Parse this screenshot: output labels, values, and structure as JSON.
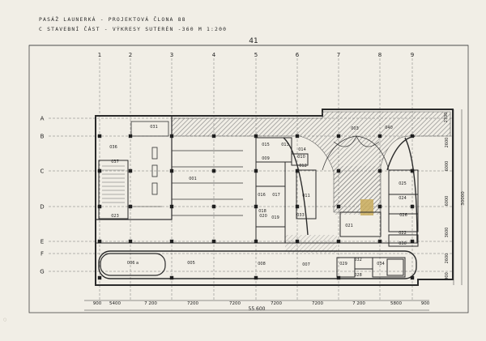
{
  "header": {
    "line1": "PASÁŽ LAUNERKÁ - PROJEKTOVÁ ČLONA 88",
    "line2": "C STAVEBNÍ ČÁST - VÝKRESY SUTERÉN -360 M 1:200",
    "sheet_number": "41"
  },
  "grid": {
    "columns": [
      "1",
      "2",
      "3",
      "4",
      "5",
      "6",
      "7",
      "8",
      "9"
    ],
    "rows": [
      "A",
      "B",
      "C",
      "D",
      "E",
      "F",
      "G"
    ]
  },
  "dimensions": {
    "segments": [
      "900",
      "5400",
      "7 200",
      "7200",
      "7200",
      "7200",
      "7200",
      "7 200",
      "5800",
      "900"
    ],
    "total": "55 600",
    "right_vertical": [
      "2600",
      "6000",
      "6000",
      "3600",
      "2600",
      "900"
    ],
    "right_total": "30000",
    "right_top": "2700"
  },
  "rooms": [
    "031",
    "036",
    "037",
    "001",
    "023",
    "006 a",
    "005",
    "015",
    "013",
    "014",
    "012",
    "010",
    "009",
    "011",
    "016",
    "017",
    "018",
    "020",
    "019",
    "003",
    "008",
    "007",
    "021",
    "025",
    "024",
    "022",
    "026",
    "029",
    "032",
    "034",
    "028",
    "030",
    "040",
    "033"
  ],
  "colors": {
    "paper": "#f1eee6",
    "ink": "#2b2b2b",
    "hatch": "#8f8f8f",
    "highlight": "#c9ac5c"
  }
}
